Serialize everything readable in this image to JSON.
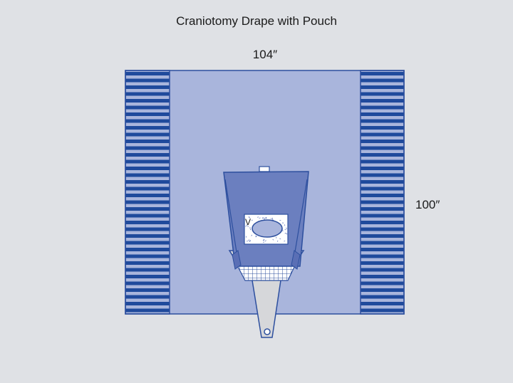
{
  "diagram": {
    "title": "Craniotomy Drape with Pouch",
    "width_label": "104″",
    "length_label": "100″",
    "incise_mark": "V"
  },
  "colors": {
    "background": "#dfe1e5",
    "drape_body": "#a9b5dc",
    "stripe_dark": "#1f4a9c",
    "stripe_light": "#a9b5dc",
    "pouch": "#6b7fbf",
    "outline": "#2d4f9e",
    "pouch_bottom": "#d6d7da"
  }
}
